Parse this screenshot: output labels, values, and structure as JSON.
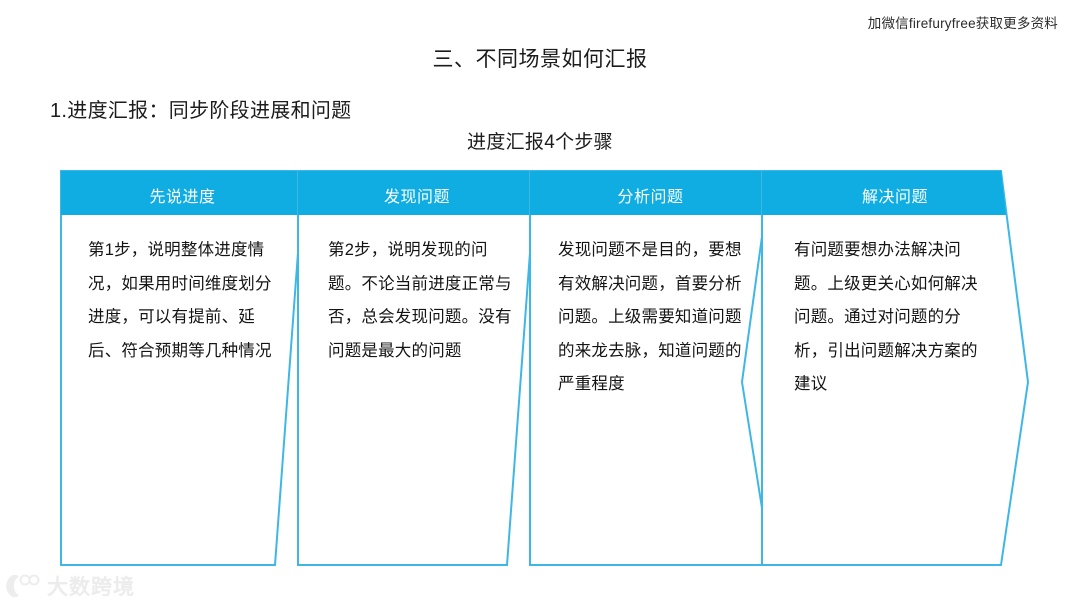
{
  "watermark": {
    "top_right": "加微信firefuryfree获取更多资料",
    "brand_name": "大数跨境",
    "brand_mark_icon": "brand-mark-icon"
  },
  "slide": {
    "title": "三、不同场景如何汇报",
    "section_title": "1.进度汇报：同步阶段进展和问题",
    "chart_title": "进度汇报4个步骤"
  },
  "theme": {
    "header_fill": "#10ADE3",
    "border_color": "#3FB7E6",
    "header_text_color": "#FFFFFF",
    "body_text_color": "#141414",
    "page_background": "#FFFFFF"
  },
  "steps": [
    {
      "header": "先说进度",
      "body": "第1步，说明整体进度情况，如果用时间维度划分进度，可以有提前、延后、符合预期等几种情况"
    },
    {
      "header": "发现问题",
      "body": "第2步，说明发现的问题。不论当前进度正常与否，总会发现问题。没有问题是最大的问题"
    },
    {
      "header": "分析问题",
      "body": "发现问题不是目的，要想有效解决问题，首要分析问题。上级需要知道问题的来龙去脉，知道问题的严重程度"
    },
    {
      "header": "解决问题",
      "body": "有问题要想办法解决问题。上级更关心如何解决问题。通过对问题的分析，引出问题解决方案的建议"
    }
  ]
}
